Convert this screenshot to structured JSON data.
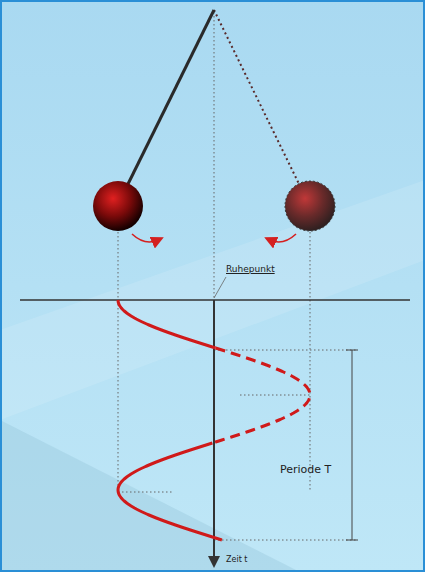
{
  "diagram": {
    "labels": [
      "Ruhepunkt",
      "Periode T",
      "Zeit t"
    ]
  }
}
